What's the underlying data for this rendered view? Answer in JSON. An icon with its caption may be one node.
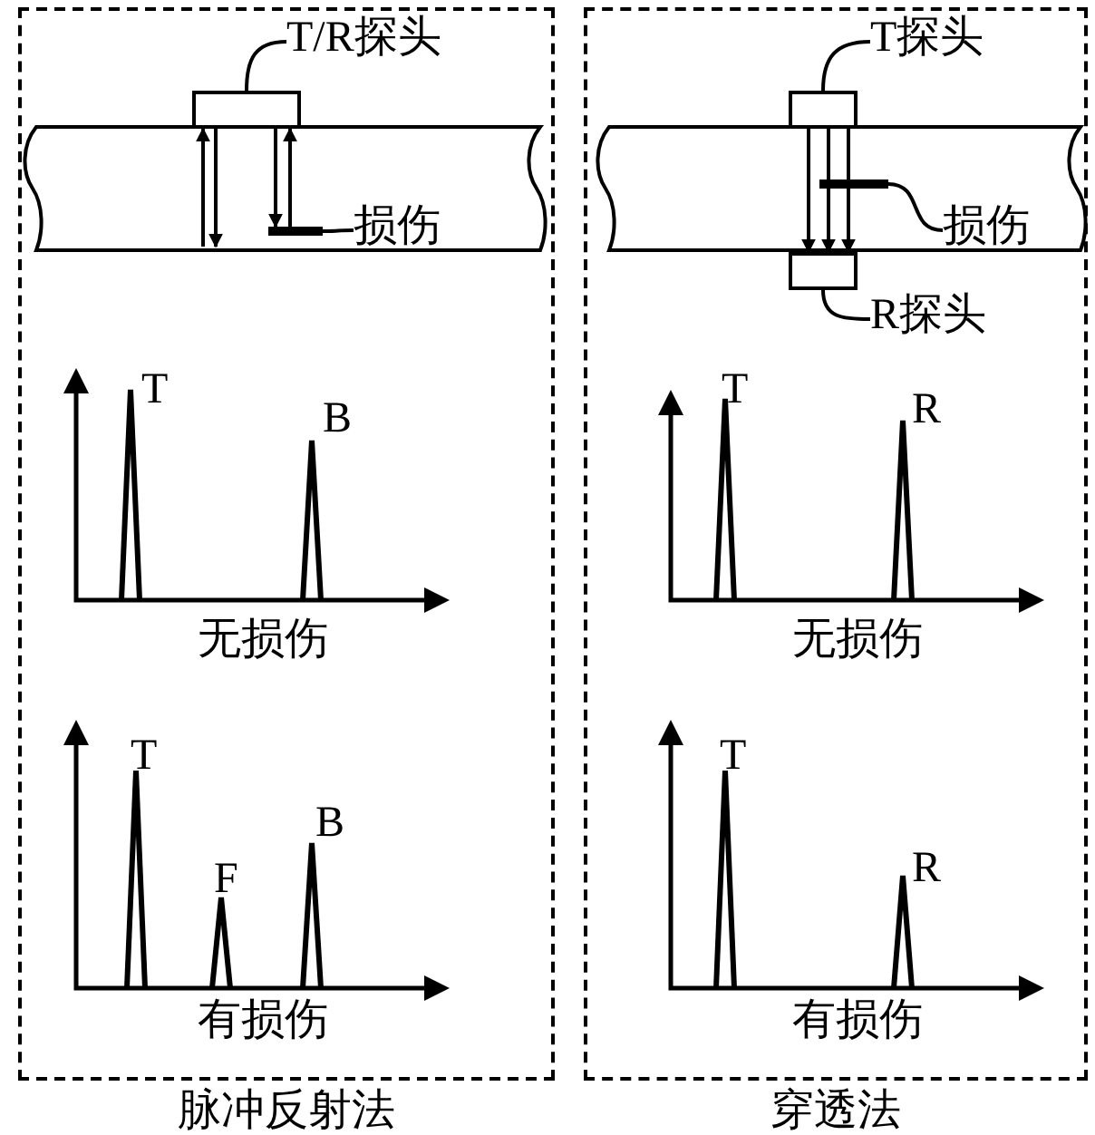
{
  "diagram": {
    "nodes": [
      {
        "text": [
          "脉冲反射法"
        ]
      },
      {
        "text": [
          "T/R探头"
        ],
        "in": 0
      },
      {
        "text": [],
        "shape": "box",
        "in": 0
      },
      {
        "text": [
          "损伤"
        ],
        "in": 0
      },
      {
        "text": [],
        "shape": "bar",
        "in": 0
      },
      {
        "text": [
          "穿透法"
        ]
      },
      {
        "text": [
          "T探头"
        ],
        "in": 5
      },
      {
        "text": [],
        "shape": "box",
        "in": 5
      },
      {
        "text": [
          "损伤"
        ],
        "in": 5
      },
      {
        "text": [],
        "shape": "bar",
        "in": 5
      },
      {
        "text": [
          "R探头"
        ],
        "in": 5
      },
      {
        "text": [],
        "shape": "box",
        "in": 5
      }
    ],
    "edges": [
      {
        "from": 1,
        "to": 2,
        "arrow": "none"
      },
      {
        "from": 3,
        "to": 4,
        "arrow": "none"
      },
      {
        "from": 6,
        "to": 7,
        "arrow": "none"
      },
      {
        "from": 8,
        "to": 9,
        "arrow": "none"
      },
      {
        "from": 10,
        "to": 11,
        "arrow": "none"
      },
      {
        "from": 2,
        "to": null,
        "arrow": "to"
      },
      {
        "from": null,
        "to": 2,
        "arrow": "to"
      },
      {
        "from": 2,
        "to": 4,
        "arrow": "to"
      },
      {
        "from": 4,
        "to": 2,
        "arrow": "to"
      },
      {
        "from": 7,
        "to": 11,
        "arrow": "to"
      },
      {
        "from": 7,
        "to": 11,
        "arrow": "to"
      },
      {
        "from": 7,
        "to": 11,
        "arrow": "to"
      }
    ],
    "labels": [
      "T",
      "B",
      "无损伤",
      "T",
      "F",
      "B",
      "有损伤",
      "T",
      "R",
      "无损伤",
      "T",
      "R",
      "有损伤"
    ]
  }
}
